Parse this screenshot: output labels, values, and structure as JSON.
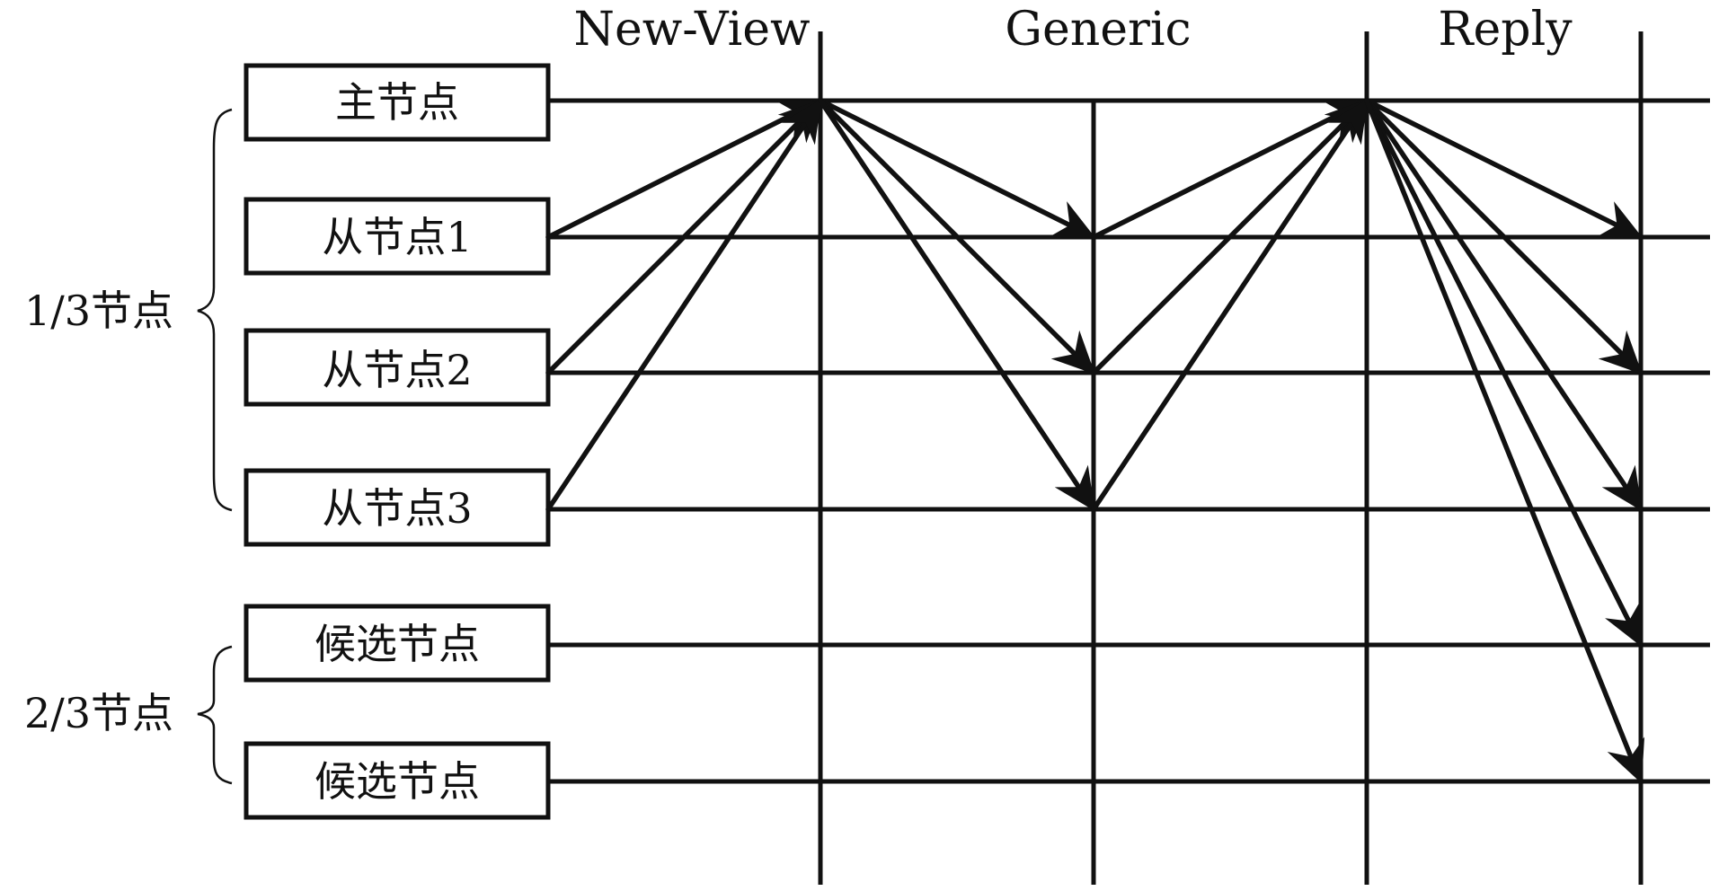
{
  "phases": [
    {
      "label": "New-View"
    },
    {
      "label": "Generic"
    },
    {
      "label": "Reply"
    }
  ],
  "nodes": [
    {
      "label": "主节点"
    },
    {
      "label": "从节点1"
    },
    {
      "label": "从节点2"
    },
    {
      "label": "从节点3"
    },
    {
      "label": "候选节点"
    },
    {
      "label": "候选节点"
    }
  ],
  "groups": [
    {
      "label": "1/3节点",
      "nodes": [
        0,
        1,
        2,
        3
      ]
    },
    {
      "label": "2/3节点",
      "nodes": [
        4,
        5
      ]
    }
  ],
  "messages": [
    {
      "phase": "New-View",
      "from": 1,
      "to": 0,
      "at": "New-View"
    },
    {
      "phase": "New-View",
      "from": 2,
      "to": 0,
      "at": "New-View"
    },
    {
      "phase": "New-View",
      "from": 3,
      "to": 0,
      "at": "New-View"
    },
    {
      "phase": "Generic",
      "from": 0,
      "to": 1,
      "at": "Generic"
    },
    {
      "phase": "Generic",
      "from": 0,
      "to": 2,
      "at": "Generic"
    },
    {
      "phase": "Generic",
      "from": 0,
      "to": 3,
      "at": "Generic"
    },
    {
      "phase": "Generic",
      "from": 1,
      "to": 0,
      "at": "Reply"
    },
    {
      "phase": "Generic",
      "from": 2,
      "to": 0,
      "at": "Reply"
    },
    {
      "phase": "Generic",
      "from": 3,
      "to": 0,
      "at": "Reply"
    },
    {
      "phase": "Reply",
      "from": 0,
      "to": 1,
      "at": "end"
    },
    {
      "phase": "Reply",
      "from": 0,
      "to": 2,
      "at": "end"
    },
    {
      "phase": "Reply",
      "from": 0,
      "to": 3,
      "at": "end"
    },
    {
      "phase": "Reply",
      "from": 0,
      "to": 4,
      "at": "end"
    },
    {
      "phase": "Reply",
      "from": 0,
      "to": 5,
      "at": "end"
    }
  ]
}
